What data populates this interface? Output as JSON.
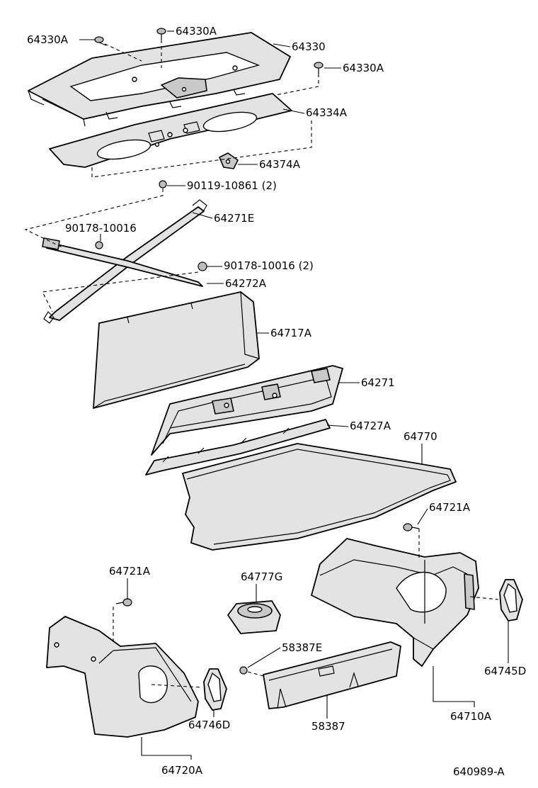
{
  "callouts": [
    {
      "id": "c1",
      "text": "64330A"
    },
    {
      "id": "c2",
      "text": "64330A"
    },
    {
      "id": "c3",
      "text": "64330"
    },
    {
      "id": "c4",
      "text": "64330A"
    },
    {
      "id": "c5",
      "text": "64334A"
    },
    {
      "id": "c6",
      "text": "64374A"
    },
    {
      "id": "c7",
      "text": "90119-10861 (2)"
    },
    {
      "id": "c8",
      "text": "64271E"
    },
    {
      "id": "c9",
      "text": "90178-10016"
    },
    {
      "id": "c10",
      "text": "90178-10016 (2)"
    },
    {
      "id": "c11",
      "text": "64272A"
    },
    {
      "id": "c12",
      "text": "64717A"
    },
    {
      "id": "c13",
      "text": "64271"
    },
    {
      "id": "c14",
      "text": "64727A"
    },
    {
      "id": "c15",
      "text": "64770"
    },
    {
      "id": "c16",
      "text": "64721A"
    },
    {
      "id": "c17",
      "text": "64721A"
    },
    {
      "id": "c18",
      "text": "64777G"
    },
    {
      "id": "c19",
      "text": "58387E"
    },
    {
      "id": "c20",
      "text": "64745D"
    },
    {
      "id": "c21",
      "text": "58387"
    },
    {
      "id": "c22",
      "text": "64710A"
    },
    {
      "id": "c23",
      "text": "64746D"
    },
    {
      "id": "c24",
      "text": "64720A"
    }
  ],
  "figure_code": "640989-A"
}
